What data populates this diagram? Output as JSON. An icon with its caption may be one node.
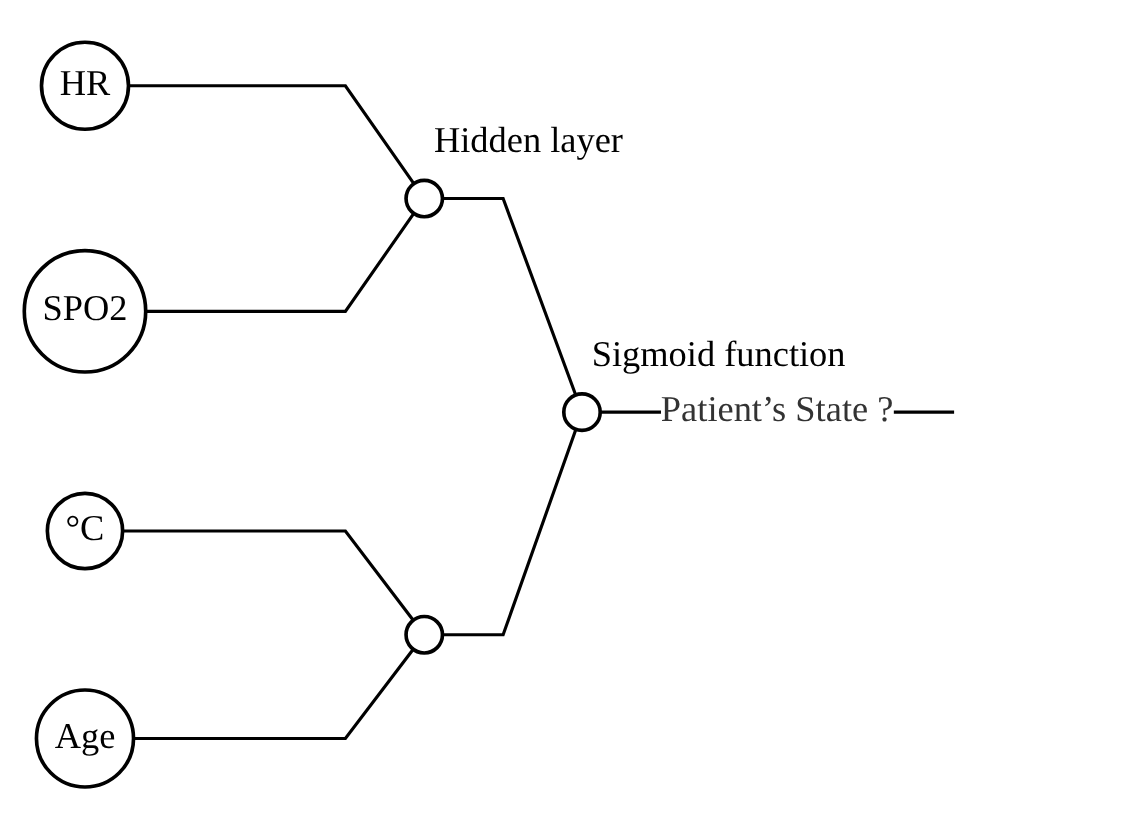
{
  "diagram": {
    "nodes": [
      {
        "text": [
          "HR"
        ]
      },
      {
        "text": [
          "SPO2"
        ]
      },
      {
        "text": [
          "°C"
        ]
      },
      {
        "text": [
          "Age"
        ]
      },
      {
        "text": [],
        "shape": "circle",
        "beside": [
          "Hidden layer"
        ]
      },
      {
        "text": [],
        "shape": "circle"
      },
      {
        "text": [],
        "shape": "circle",
        "beside": [
          "Sigmoid function"
        ]
      }
    ],
    "edges": [
      {
        "from": 0,
        "to": 4,
        "arrow": "none"
      },
      {
        "from": 1,
        "to": 4,
        "arrow": "none"
      },
      {
        "from": 2,
        "to": 5,
        "arrow": "none"
      },
      {
        "from": 3,
        "to": 5,
        "arrow": "none"
      },
      {
        "from": 4,
        "to": 6,
        "arrow": "none"
      },
      {
        "from": 5,
        "to": 6,
        "arrow": "none"
      },
      {
        "from": 6,
        "to": null,
        "arrow": "none",
        "label": "Patient’s State ?"
      }
    ]
  }
}
